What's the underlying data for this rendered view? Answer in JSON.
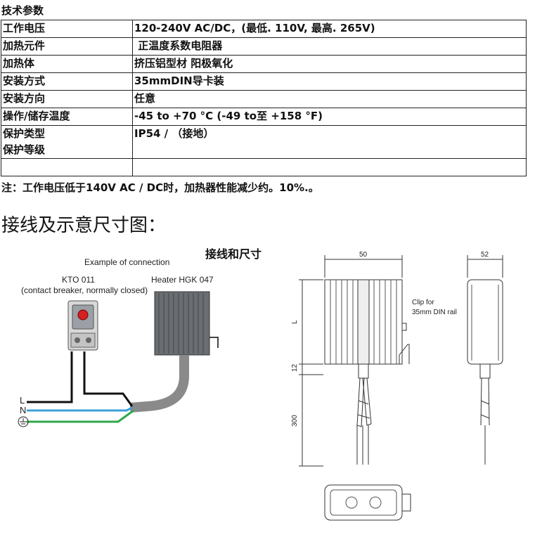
{
  "spec": {
    "title": "技术参数",
    "rows": [
      {
        "label": "工作电压",
        "value": "120-240V AC/DC，(最低. 110V, 最高. 265V)"
      },
      {
        "label": "加热元件",
        "value": " 正温度系数电阻器"
      },
      {
        "label": "加热体",
        "value": "挤压铝型材 阳极氧化"
      },
      {
        "label": "安装方式",
        "value": "35mmDIN导卡装"
      },
      {
        "label": "安装方向",
        "value": "任意"
      },
      {
        "label": "操作/储存温度",
        "value": "-45 to +70 °C (-49 to至 +158 °F)"
      },
      {
        "label": "保护类型",
        "label2": "保护等级",
        "value": "IP54 / （接地）"
      }
    ],
    "note": "注：工作电压低于140V AC / DC时，加热器性能减少约。10%.。"
  },
  "wiring": {
    "heading": "接线及示意尺寸图：",
    "caption": "Example of connection",
    "kto_label": "KTO 011",
    "kto_sub": "(contact breaker, normally closed)",
    "heater_label": "Heater HGK 047",
    "line_L": "L",
    "line_N": "N",
    "colors": {
      "brown": "#111111",
      "blue": "#3aa0d8",
      "green": "#2ea84a",
      "red": "#d32020",
      "cable": "#8a8a8a"
    }
  },
  "dimensions": {
    "title": "接线和尺寸",
    "width_front": "50",
    "width_side": "52",
    "length": "L",
    "gap": "12",
    "cable": "300",
    "clip_line1": "Clip for",
    "clip_line2": "35mm DIN rail"
  }
}
